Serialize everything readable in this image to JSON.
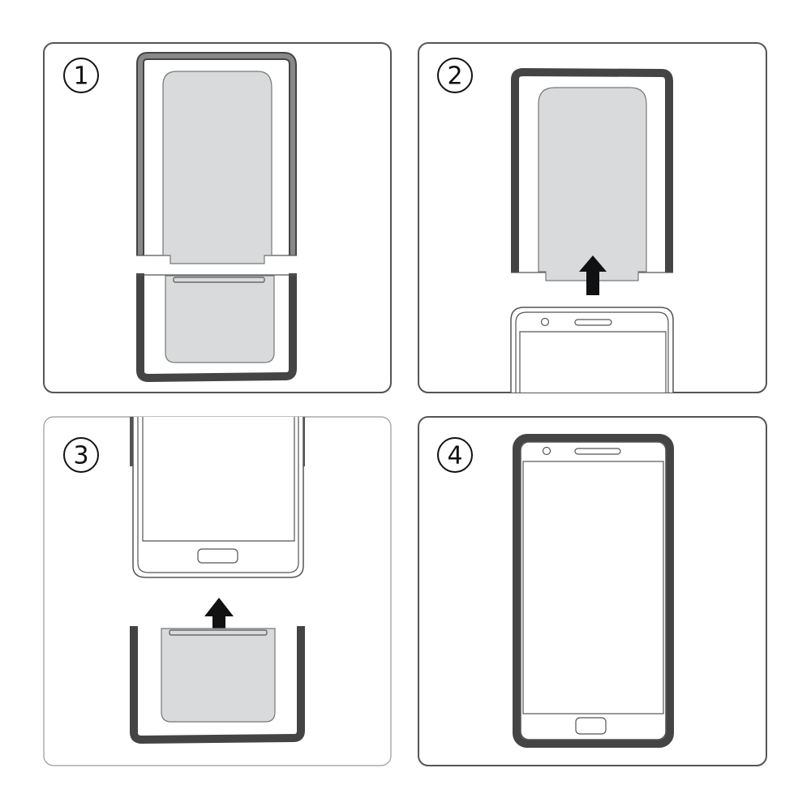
{
  "steps": [
    {
      "number": "1"
    },
    {
      "number": "2"
    },
    {
      "number": "3"
    },
    {
      "number": "4"
    }
  ],
  "colors": {
    "frame": "#444444",
    "sheet": "#d9dadc",
    "arrow": "#111111",
    "border": "#555555"
  }
}
